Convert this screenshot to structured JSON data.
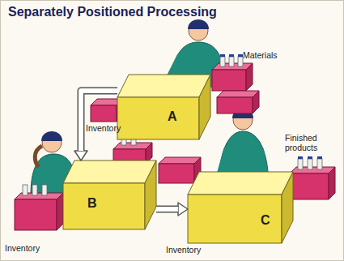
{
  "diagram": {
    "title": "Separately Positioned Processing",
    "nodes": [
      {
        "text": [
          "A"
        ]
      },
      {
        "text": [
          "B"
        ]
      },
      {
        "text": [
          "C"
        ]
      }
    ],
    "edges": [
      {
        "from": 0,
        "to": 1,
        "arrow": "to"
      },
      {
        "from": 1,
        "to": 2,
        "arrow": "to"
      }
    ],
    "labels": [
      "Materials",
      "Inventory",
      "Finished products",
      "Inventory",
      "Inventory"
    ]
  }
}
